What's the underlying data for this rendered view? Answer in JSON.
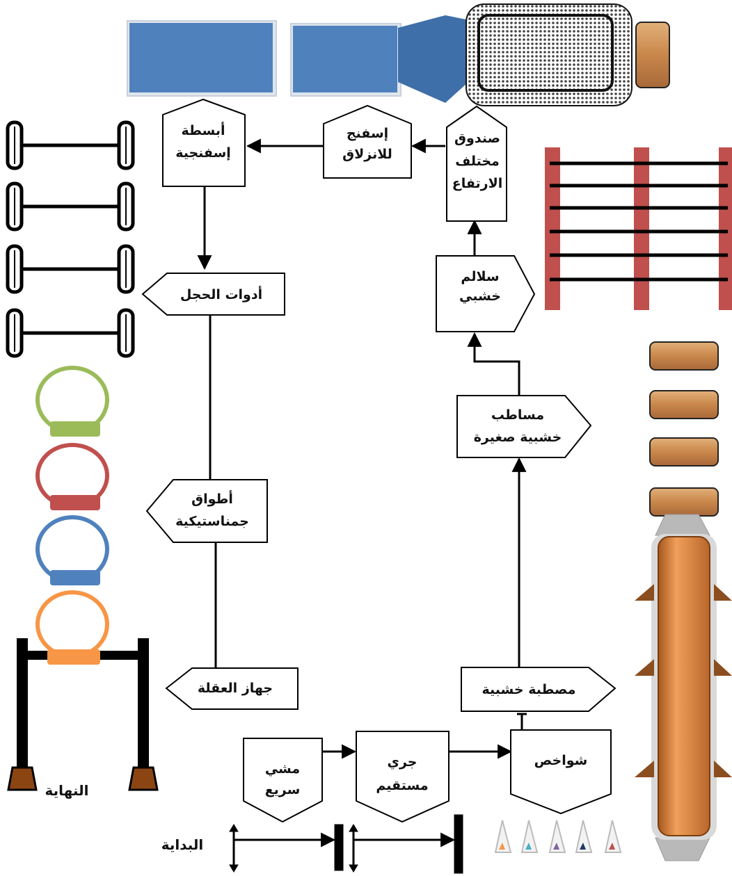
{
  "stations": {
    "walk": [
      "مشي",
      "سريع"
    ],
    "run": [
      "جري",
      "مستقيم"
    ],
    "cones": [
      "شواخص"
    ],
    "bench": [
      "مصطبة خشبية"
    ],
    "platforms": [
      "مساطب",
      "خشبية صغيرة"
    ],
    "ladder": [
      "سلالم",
      "خشبي"
    ],
    "box": [
      "صندوق",
      "مختلف",
      "الارتفاع"
    ],
    "slide_sponge": [
      "إسفنج",
      "للانزلاق"
    ],
    "mats": [
      "أبسطة",
      "إسفنجية"
    ],
    "hurdles": [
      "أدوات الحجل"
    ],
    "hoops": [
      "أطواق",
      "جمناستيكية"
    ],
    "bar": [
      "جهاز العقلة"
    ]
  },
  "labels": {
    "start": "البداية",
    "end": "النهاية"
  },
  "colors": {
    "mat_blue": "#4f81bd",
    "ladder_red": "#c0504d",
    "hoop_green": "#9bbb59",
    "hoop_red": "#c0504d",
    "hoop_blue": "#4f81bd",
    "hoop_orange": "#f79646",
    "wood": "#c9874a",
    "beam_orange": "#e0883a"
  }
}
